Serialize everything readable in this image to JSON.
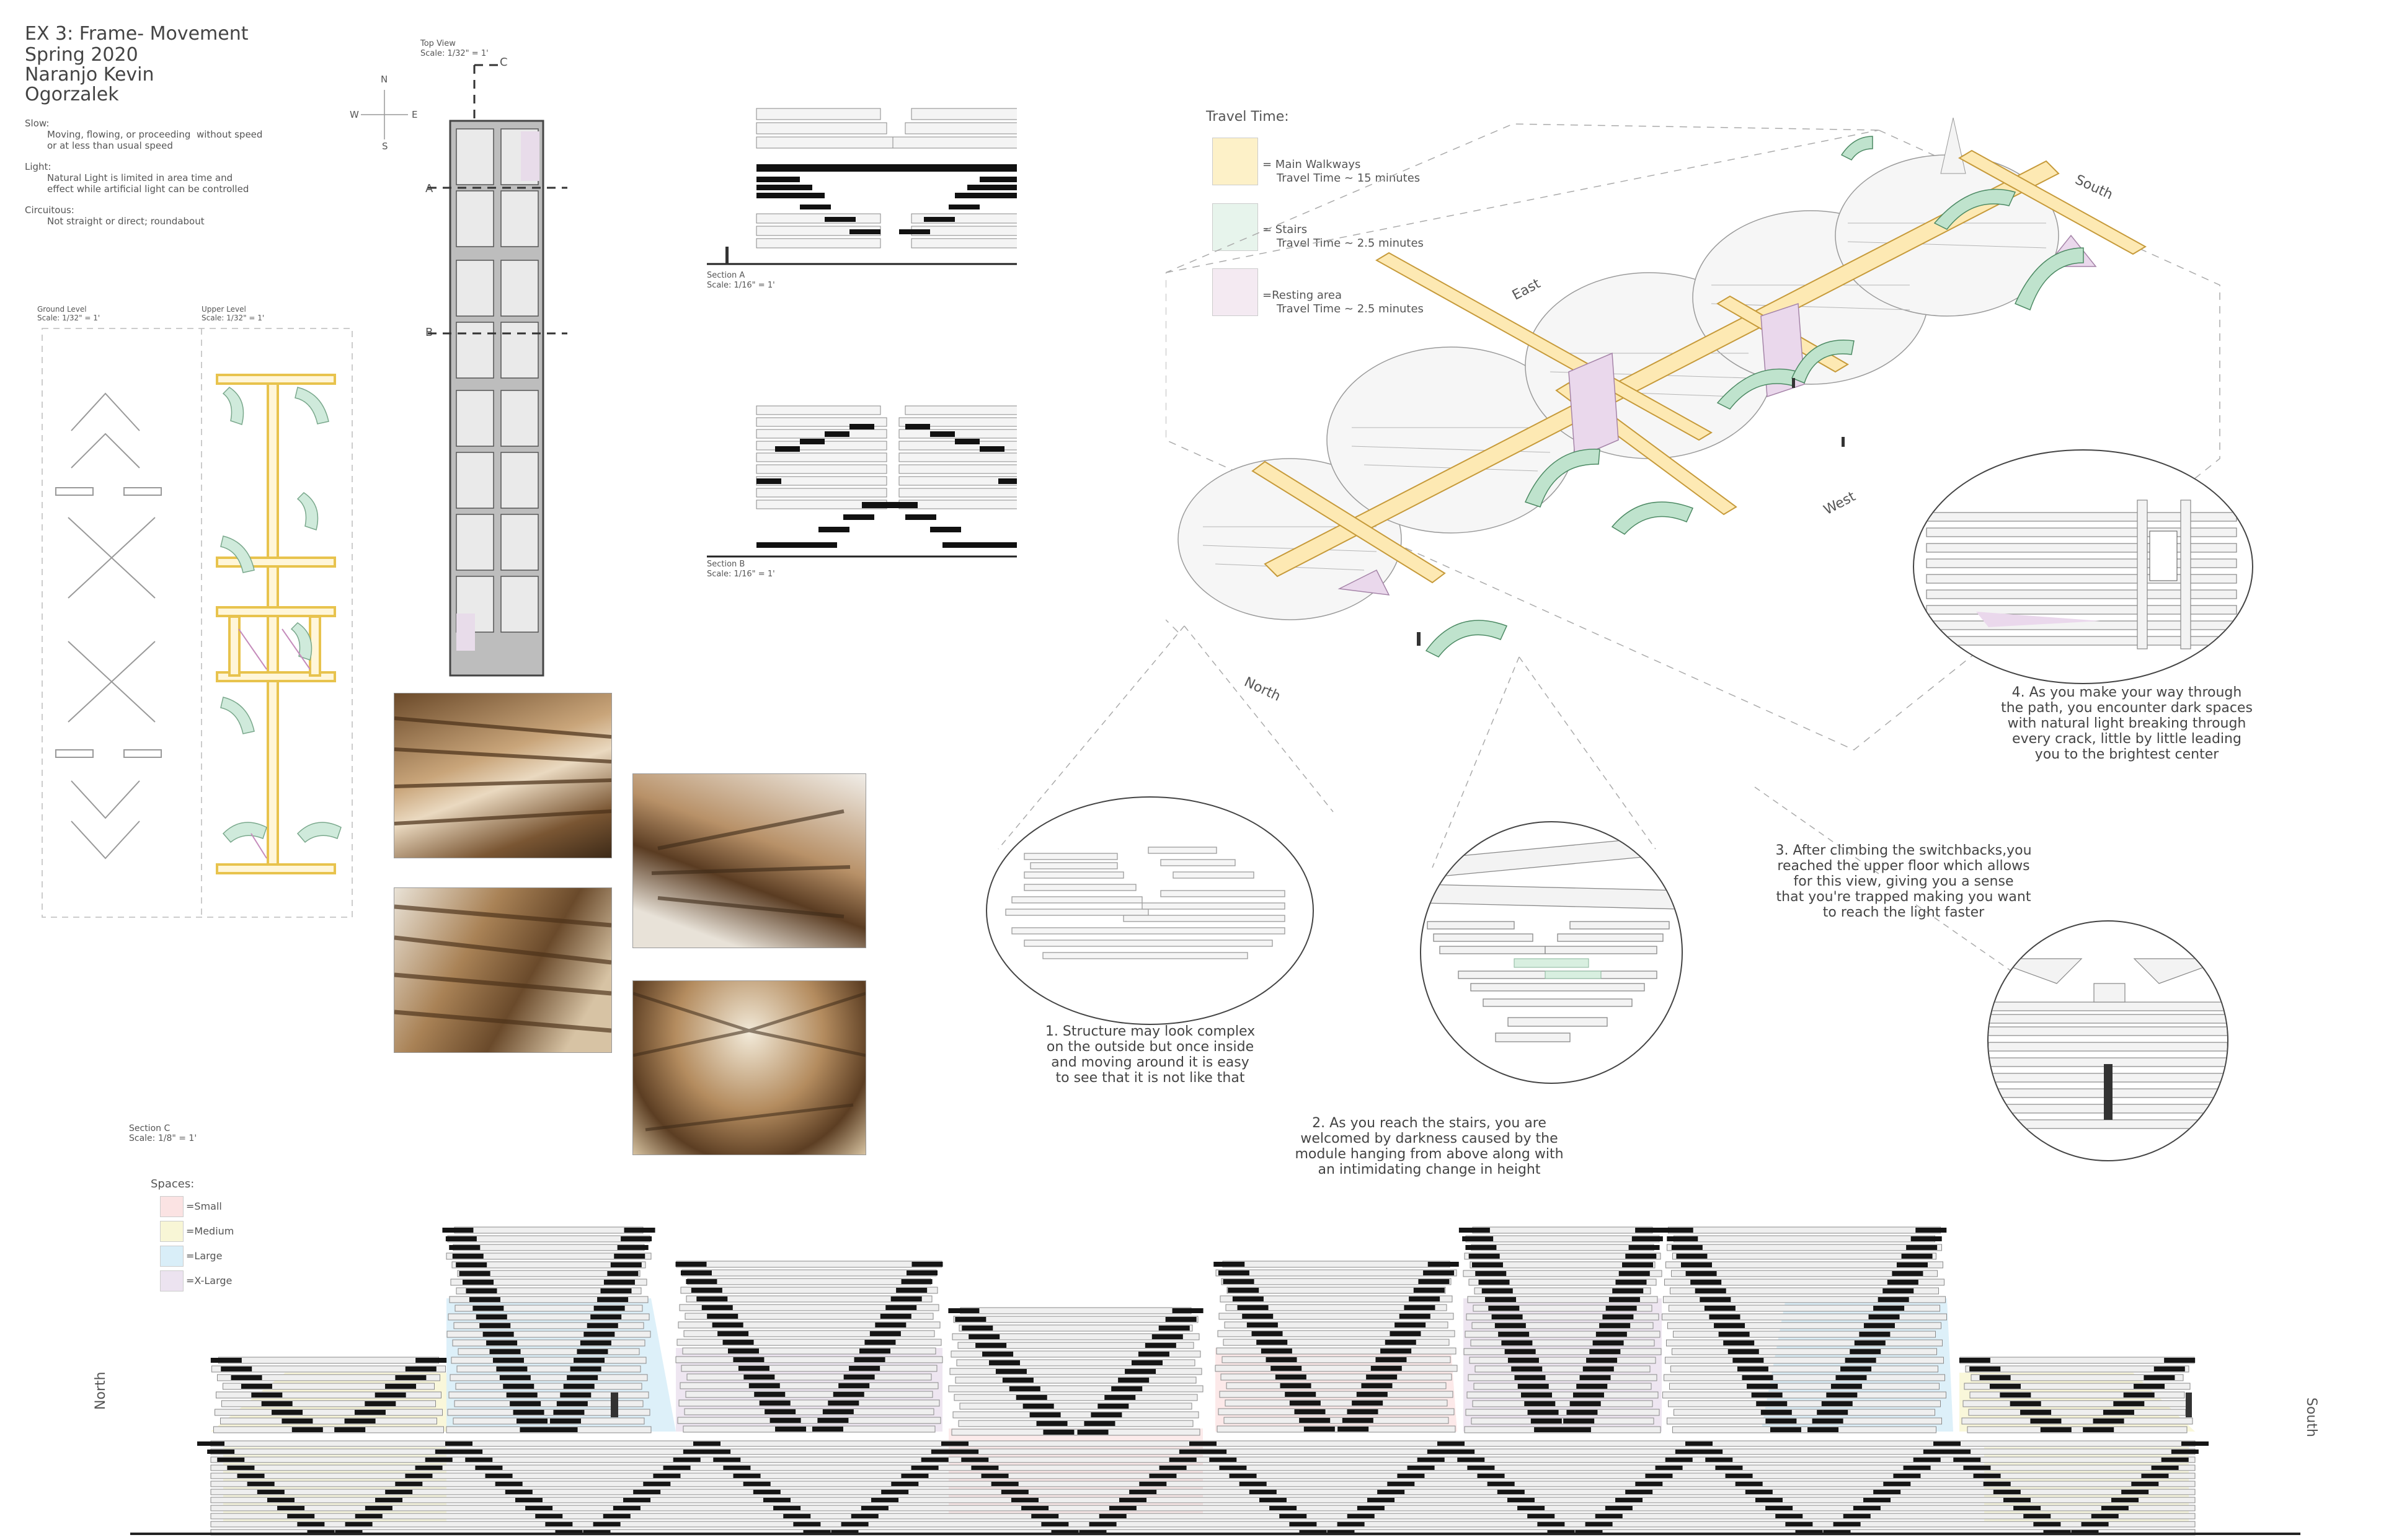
{
  "header": {
    "title": "EX 3: Frame- Movement",
    "semester": "Spring 2020",
    "author_1": "Naranjo Kevin",
    "author_2": "Ogorzalek"
  },
  "definitions": [
    {
      "term": "Slow:",
      "text": "Moving, flowing, or proceeding  without speed\nor at less than usual speed"
    },
    {
      "term": "Light:",
      "text": "Natural Light is limited in area time and\neffect while artificial light can be controlled"
    },
    {
      "term": "Circuitous:",
      "text": "Not straight or direct; roundabout"
    }
  ],
  "compass": {
    "n": "N",
    "s": "S",
    "e": "E",
    "w": "W"
  },
  "top_view": {
    "title": "Top View",
    "scale": "Scale: 1/32\" = 1'",
    "marker_a": "A",
    "marker_b": "B",
    "marker_c": "C"
  },
  "plans": {
    "ground_title": "Ground Level",
    "ground_scale": "Scale: 1/32\" = 1'",
    "upper_title": "Upper Level",
    "upper_scale": "Scale: 1/32\" = 1'"
  },
  "section_a": {
    "title": "Section A",
    "scale": "Scale: 1/16\" = 1'"
  },
  "section_b": {
    "title": "Section B",
    "scale": "Scale: 1/16\" = 1'"
  },
  "section_c": {
    "title": "Section C",
    "scale": "Scale: 1/8\" = 1'"
  },
  "travel": {
    "heading": "Travel Time:",
    "items": [
      {
        "label": "= Main Walkways\n    Travel Time ~ 15 minutes",
        "color": "#fdf1c8"
      },
      {
        "label": "= Stairs\n    Travel Time ~ 2.5 minutes",
        "color": "#e7f4ec"
      },
      {
        "label": "=Resting area\n    Travel Time ~ 2.5 minutes",
        "color": "#f4eaf2"
      }
    ]
  },
  "axon": {
    "east": "East",
    "south": "South",
    "west": "West",
    "north": "North"
  },
  "notes": {
    "n1": "1. Structure may look complex\non the outside but once inside\nand moving around it is easy\nto see that it is not like that",
    "n2": "2. As you reach the stairs, you are\nwelcomed by darkness caused by the\nmodule hanging from above along with\nan intimidating change in height",
    "n3": "3. After climbing the switchbacks,you\nreached the upper floor which allows\nfor this view, giving you a sense\nthat you're trapped making you want\nto reach the light faster",
    "n4": "4. As you make your way through\nthe path, you encounter dark spaces\nwith natural light breaking through\nevery crack, little by little leading\nyou to the brightest center"
  },
  "spaces": {
    "heading": "Spaces:",
    "items": [
      {
        "label": "=Small",
        "color": "#fbe3e3"
      },
      {
        "label": "=Medium",
        "color": "#f8f6d6"
      },
      {
        "label": "=Large",
        "color": "#d9eef8"
      },
      {
        "label": "=X-Large",
        "color": "#ece3f0"
      }
    ]
  },
  "elevation": {
    "north": "North",
    "south": "South"
  }
}
